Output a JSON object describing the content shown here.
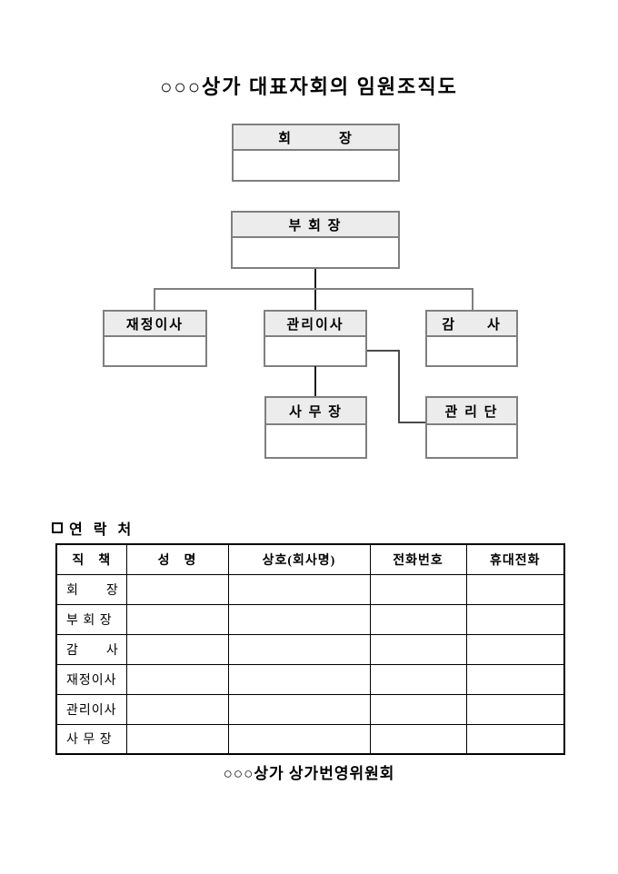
{
  "document": {
    "title": "○○○상가 대표자회의 임원조직도",
    "footer": "○○○상가 상가번영위원회"
  },
  "org_chart": {
    "chairman": {
      "label": "회　　　장"
    },
    "vice_chairman": {
      "label": "부 회 장"
    },
    "finance_director": {
      "label": "재정이사"
    },
    "management_director": {
      "label": "관리이사"
    },
    "auditor": {
      "label": "감　　사"
    },
    "office_manager": {
      "label": "사 무 장"
    },
    "management_group": {
      "label": "관 리 단"
    }
  },
  "contacts": {
    "section_title": "연 락 처",
    "columns": [
      "직　책",
      "성　명",
      "상호(회사명)",
      "전화번호",
      "휴대전화"
    ],
    "rows": [
      {
        "position": "회　　장",
        "name": "",
        "company": "",
        "phone": "",
        "mobile": ""
      },
      {
        "position": "부 회 장",
        "name": "",
        "company": "",
        "phone": "",
        "mobile": ""
      },
      {
        "position": "감　　사",
        "name": "",
        "company": "",
        "phone": "",
        "mobile": ""
      },
      {
        "position": "재정이사",
        "name": "",
        "company": "",
        "phone": "",
        "mobile": ""
      },
      {
        "position": "관리이사",
        "name": "",
        "company": "",
        "phone": "",
        "mobile": ""
      },
      {
        "position": "사 무 장",
        "name": "",
        "company": "",
        "phone": "",
        "mobile": ""
      }
    ]
  },
  "colors": {
    "box_header_fill": "#ececec",
    "box_border": "#7f7f7f",
    "connector": "#4a4a4a",
    "table_border": "#000000"
  }
}
